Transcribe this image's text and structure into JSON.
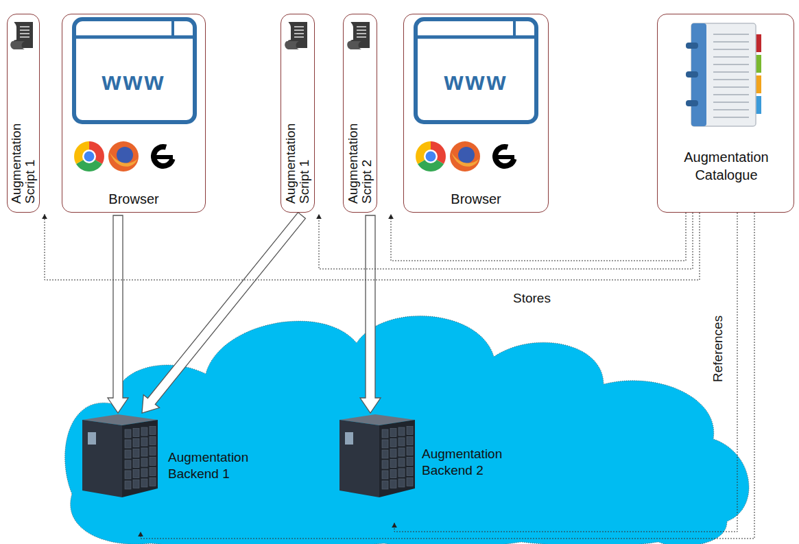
{
  "diagram": {
    "nodes": [
      {
        "text": [
          "Augmentation Script 1"
        ]
      },
      {
        "text": [
          "www",
          "Browser"
        ]
      },
      {
        "text": [
          "Augmentation Script 1"
        ]
      },
      {
        "text": [
          "Augmentation Script 2"
        ]
      },
      {
        "text": [
          "www",
          "Browser"
        ]
      },
      {
        "text": [
          "Augmentation Catalogue"
        ]
      },
      {
        "text": [
          "Augmentation Backend 1"
        ]
      },
      {
        "text": [
          "Augmentation Backend 2"
        ]
      }
    ],
    "edges": [
      {
        "from": 1,
        "to": 6,
        "arrow": "to"
      },
      {
        "from": 2,
        "to": 6,
        "arrow": "to"
      },
      {
        "from": 3,
        "to": 7,
        "arrow": "to"
      },
      {
        "from": 5,
        "to": 0,
        "arrow": "to",
        "label": "Stores"
      },
      {
        "from": 5,
        "to": 2,
        "arrow": "to"
      },
      {
        "from": 5,
        "to": 3,
        "arrow": "to"
      },
      {
        "from": 5,
        "to": 6,
        "arrow": "to",
        "label": "References"
      },
      {
        "from": 5,
        "to": 7,
        "arrow": "to"
      }
    ]
  }
}
